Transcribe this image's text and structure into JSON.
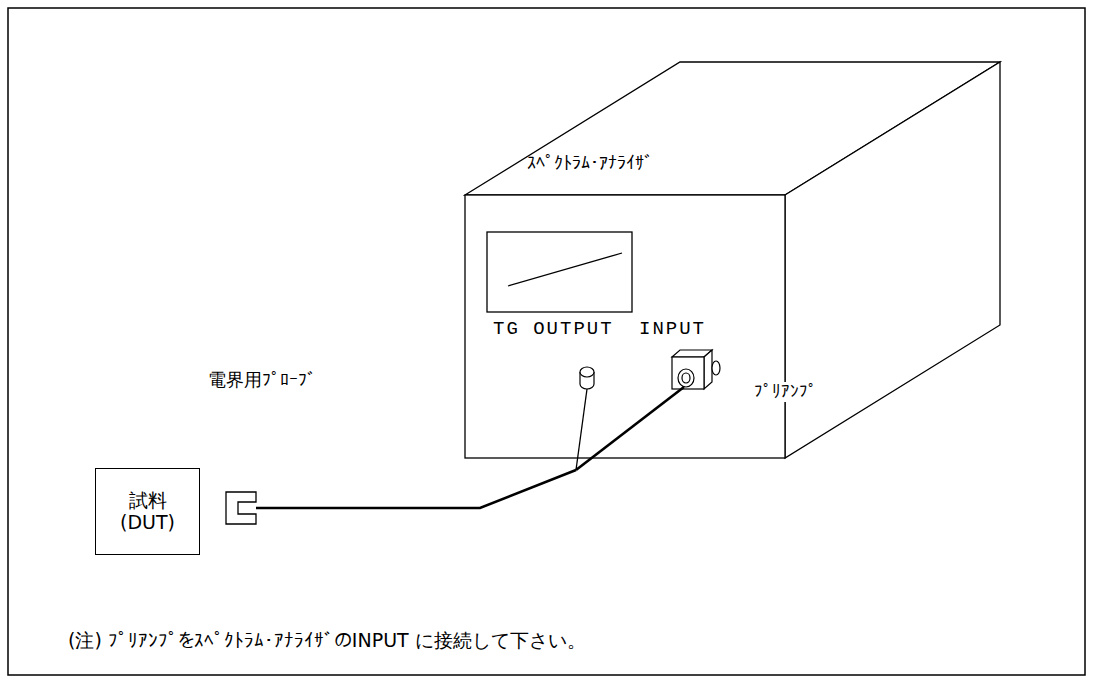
{
  "diagram": {
    "nodes": [
      {
        "text": [
          "ｽﾍﾟｸﾄﾗﾑ･ｱﾅﾗｲｻﾞ",
          "TG OUTPUT",
          "INPUT"
        ]
      },
      {
        "text": [
          "試料 (DUT)"
        ]
      }
    ],
    "labels": [
      "電界用ﾌﾟﾛｰﾌﾞ",
      "ﾌﾟﾘｱﾝﾌﾟ",
      "(注) ﾌﾟﾘｱﾝﾌﾟをｽﾍﾟｸﾄﾗﾑ･ｱﾅﾗｲｻﾞのINPUT に接続して下さい。"
    ]
  }
}
